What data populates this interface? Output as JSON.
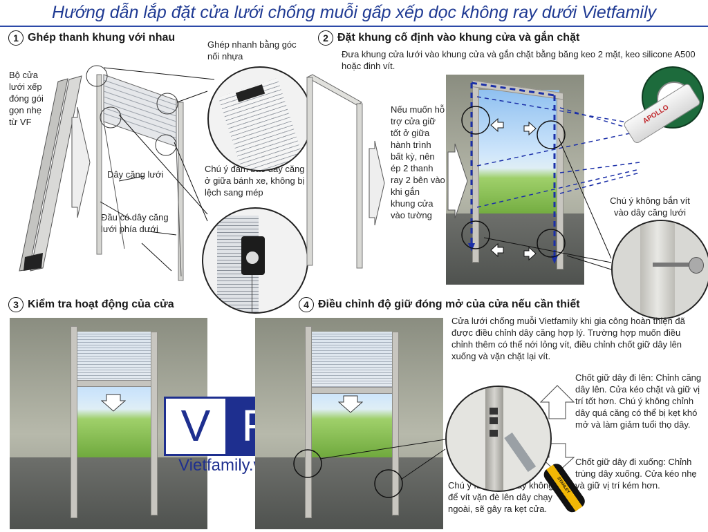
{
  "title": "Hướng dẫn lắp đặt cửa lưới chống muỗi gấp xếp dọc không ray dưới Vietfamily",
  "step1": {
    "num": "1",
    "heading": "Ghép thanh khung với nhau",
    "package_note": "Bộ cửa lưới xếp đóng gói gọn nhẹ từ VF",
    "connector_note": "Ghép nhanh bằng góc nối nhựa",
    "wire_note": "Dây căng lưới",
    "wire_end_note": "Đầu có dây căng lưới phía dưới",
    "center_note": "Chú ý đảm bảo dây căng ở giữa bánh xe, không bị lệch sang mép"
  },
  "step2": {
    "num": "2",
    "heading": "Đặt khung cố định vào khung cửa và gắn chặt",
    "desc": "Đưa khung cửa lưới vào khung cửa và gắn chặt bằng băng keo 2 mặt, keo silicone A500 hoặc đinh vít.",
    "support_note": "Nếu muốn hỗ trợ cửa giữ tốt ở giữa hành trình bất kỳ, nên ép 2 thanh ray 2 bên vào khi gắn khung cửa vào tường",
    "screw_note": "Chú ý không bắn vít vào dây căng lưới",
    "silicone_label": "APOLLO"
  },
  "step3": {
    "num": "3",
    "heading": "Kiểm tra hoạt động của cửa"
  },
  "step4": {
    "num": "4",
    "heading": "Điều chỉnh độ giữ đóng mở của cửa nếu cần thiết",
    "desc": "Cửa lưới chống muỗi Vietfamily khi gia công hoàn thiện đã được điều chỉnh dây căng hợp lý. Trường hợp muốn điều chỉnh thêm có thể nới lỏng vít, điều chỉnh chốt giữ dây lên xuống và vặn chặt lại vít.",
    "up_note": "Chốt giữ dây đi lên: Chỉnh căng dây lên. Cửa kéo chặt và giữ vị trí tốt hơn. Chú ý không chỉnh dây quá căng có thể bị kẹt khó mở và làm giảm tuổi thọ dây.",
    "down_note": "Chốt giữ dây đi xuống: Chỉnh trùng dây xuống. Cửa kéo nhẹ và giữ vị trí kém hơn.",
    "screw_note": "Chú ý khi chỉnh dây không để vít vặn đè lên dây chạy ngoài, sẽ gây ra kẹt cửa.",
    "screwdriver_label": "STANLEY"
  },
  "logo": {
    "letter_left": "V",
    "letter_right": "F",
    "site": "Vietfamily.vn"
  },
  "colors": {
    "title": "#1f3a93",
    "logo_blue": "#1e2f8f",
    "arrow_dash": "#1b2fa8"
  }
}
